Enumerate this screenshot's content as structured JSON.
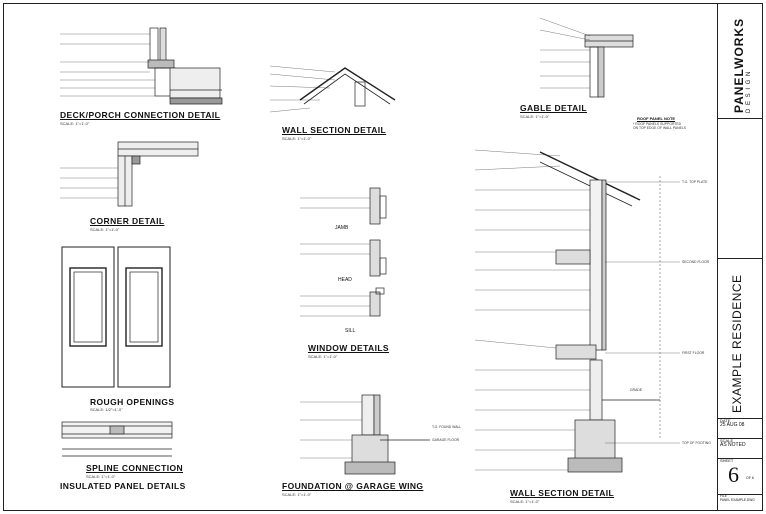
{
  "titles": {
    "deck": "DECK/PORCH CONNECTION DETAIL",
    "deck_scale": "SCALE: 1\"=1'-0\"",
    "wall_section_top": "WALL SECTION DETAIL",
    "wall_section_top_scale": "SCALE: 1\"=1'-0\"",
    "gable": "GABLE DETAIL",
    "gable_scale": "SCALE: 1\"=1'-0\"",
    "corner": "CORNER DETAIL",
    "corner_scale": "SCALE: 1\"=1'-0\"",
    "window": "WINDOW DETAILS",
    "window_scale": "SCALE: 1\"=1'-0\"",
    "rough": "ROUGH OPENINGS",
    "rough_scale": "SCALE: 1/2\"=1'-0\"",
    "spline": "SPLINE CONNECTION",
    "spline_scale": "SCALE: 1\"=1'-0\"",
    "insulated": "INSULATED PANEL DETAILS",
    "foundation": "FOUNDATION @ GARAGE WING",
    "foundation_scale": "SCALE: 1\"=1'-0\"",
    "wall_section_main": "WALL SECTION DETAIL",
    "wall_section_main_scale": "SCALE: 1\"=1'-0\""
  },
  "window_labels": {
    "jamb": "JAMB",
    "head": "HEAD",
    "sill": "SILL"
  },
  "notes": {
    "roof_panel_note": "ROOF PANEL NOTE",
    "roof_panel_note_text": "* ROOF PANELS SUPPORTED\nON TOP EDGE OF WALL PANELS",
    "tf_tag_top": "T.O. TOP PLATE",
    "tf_second": "SECOND FLOOR",
    "tf_first": "FIRST FLOOR",
    "tf_footing": "TOP OF FOOTING",
    "tf_found_wall": "T.O. FOUND WALL",
    "tf_garage_floor": "GARAGE FLOOR",
    "grade": "GRADE"
  },
  "title_block": {
    "company": "PANELWORKS",
    "company_sub": "D E S I G N",
    "project": "EXAMPLE RESIDENCE",
    "date_label": "DATE",
    "date": "25 AUG 08",
    "scale_label": "SCALE",
    "scale": "AS NOTED",
    "sheet_label": "SHEET",
    "sheet_number": "6",
    "sheet_of": "OF 6",
    "file_label": "FILE",
    "file": "PANEL EXAMPLE.DWG"
  }
}
